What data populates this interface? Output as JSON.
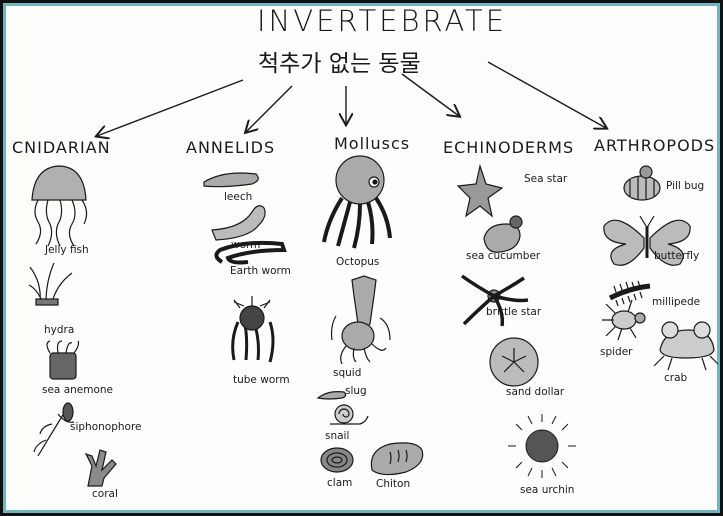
{
  "title": "INVERTEBRATE",
  "subtitle": "척추가 없는 동물",
  "categories": [
    {
      "name": "CNIDARIAN",
      "animals": [
        "Jelly fish",
        "hydra",
        "sea anemone",
        "siphonophore",
        "coral"
      ]
    },
    {
      "name": "ANNELIDS",
      "animals": [
        "leech",
        "worm",
        "Earth worm",
        "tube worm"
      ]
    },
    {
      "name": "Molluscs",
      "animals": [
        "Octopus",
        "squid",
        "slug",
        "snail",
        "clam",
        "Chiton"
      ]
    },
    {
      "name": "ECHINODERMS",
      "animals": [
        "Sea star",
        "sea cucumber",
        "brittle star",
        "sand dollar",
        "sea urchin"
      ]
    },
    {
      "name": "ARTHROPODS",
      "animals": [
        "Pill bug",
        "butterfly",
        "millipede",
        "spider",
        "crab"
      ]
    }
  ],
  "colors": {
    "border": "#6fb6c1",
    "ink": "#1a1a1a",
    "fill": "#b9b9b9"
  }
}
